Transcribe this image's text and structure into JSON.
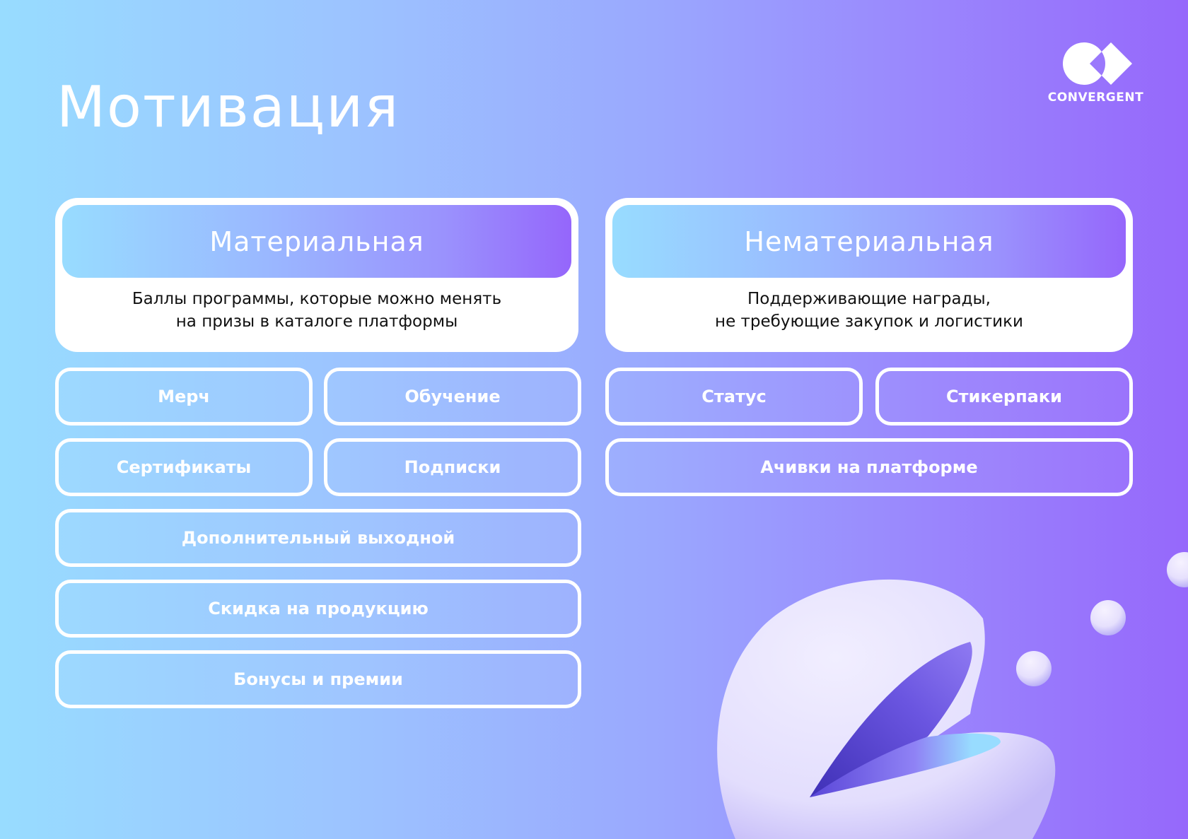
{
  "title": "Мотивация",
  "logo": {
    "name": "CONVERGENT",
    "icon": "convergent-logo-icon"
  },
  "colors": {
    "background_start": "#98dcff",
    "background_end": "#9668fb",
    "card": "#ffffff",
    "text_light": "#ffffff",
    "text_dark": "#111111"
  },
  "categories": [
    {
      "title": "Материальная",
      "description": [
        "Баллы программы, которые можно менять",
        "на призы в каталоге платформы"
      ],
      "items": [
        "Мерч",
        "Обучение",
        "Сертификаты",
        "Подписки",
        "Дополнительный выходной",
        "Скидка на продукцию",
        "Бонусы и премии"
      ]
    },
    {
      "title": "Нематериальная",
      "description": [
        "Поддерживающие награды,",
        "не требующие закупок и логистики"
      ],
      "items": [
        "Статус",
        "Стикерпаки",
        "Ачивки на платформе"
      ]
    }
  ],
  "illustration": "pacman-eating-spheres"
}
